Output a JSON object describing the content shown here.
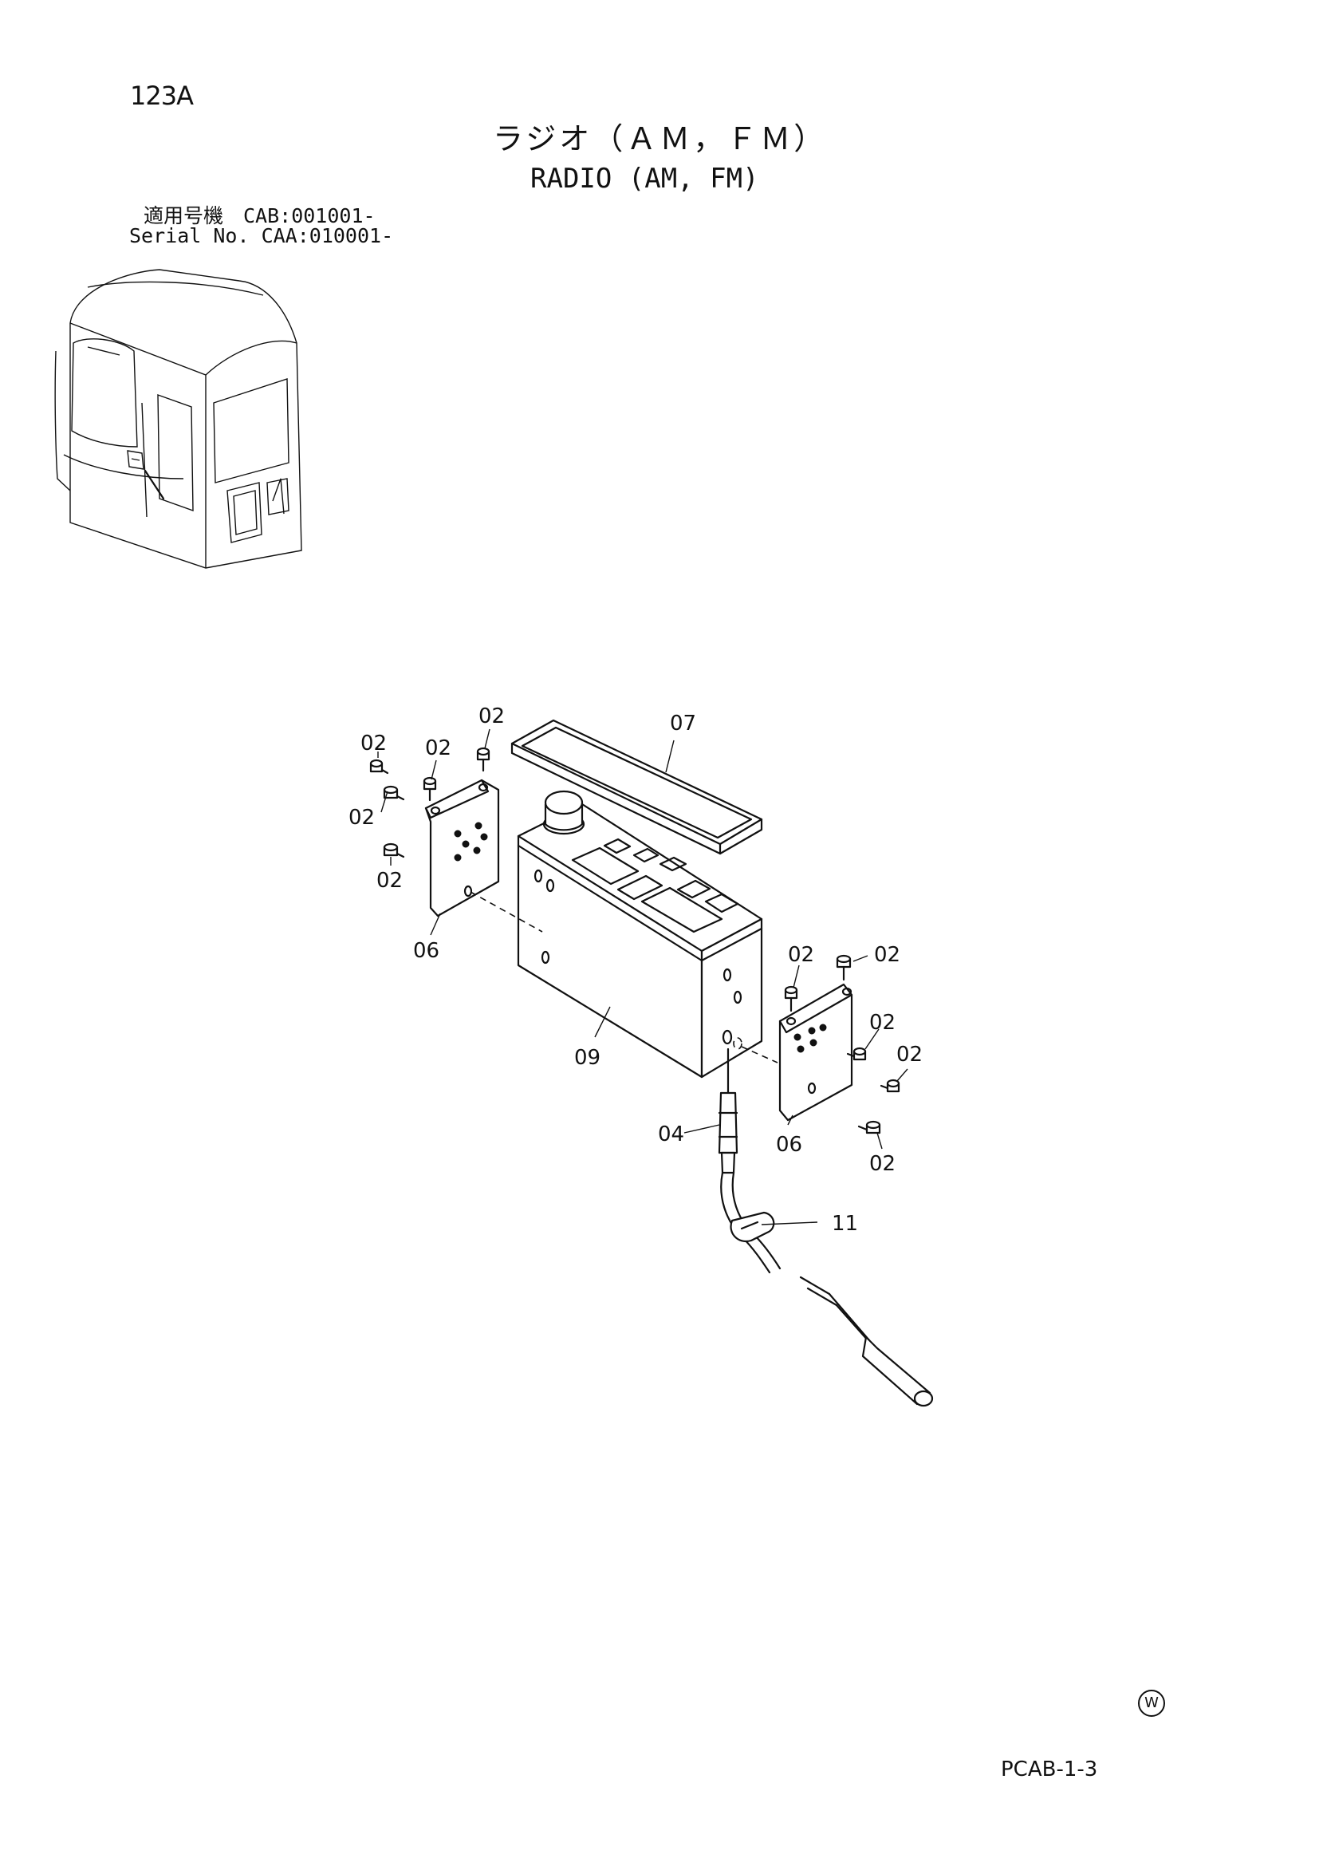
{
  "header": {
    "page_code": "123A",
    "title_ja": "ラジオ（ＡＭ，ＦＭ）",
    "title_en": "RADIO (AM, FM)",
    "serial_line_1": "適用号機　CAB:001001-",
    "serial_line_2": "Serial No. CAA:010001-"
  },
  "footer": {
    "page_code": "PCAB-1-3",
    "watermark": "W"
  },
  "callouts": [
    {
      "id": "c02a",
      "text": "02"
    },
    {
      "id": "c02b",
      "text": "02"
    },
    {
      "id": "c02c",
      "text": "02"
    },
    {
      "id": "c02d",
      "text": "02"
    },
    {
      "id": "c02e",
      "text": "02"
    },
    {
      "id": "c07",
      "text": "07"
    },
    {
      "id": "c06a",
      "text": "06"
    },
    {
      "id": "c09",
      "text": "09"
    },
    {
      "id": "c02f",
      "text": "02"
    },
    {
      "id": "c02g",
      "text": "02"
    },
    {
      "id": "c02h",
      "text": "02"
    },
    {
      "id": "c02i",
      "text": "02"
    },
    {
      "id": "c02j",
      "text": "02"
    },
    {
      "id": "c04",
      "text": "04"
    },
    {
      "id": "c06b",
      "text": "06"
    },
    {
      "id": "c11",
      "text": "11"
    }
  ]
}
